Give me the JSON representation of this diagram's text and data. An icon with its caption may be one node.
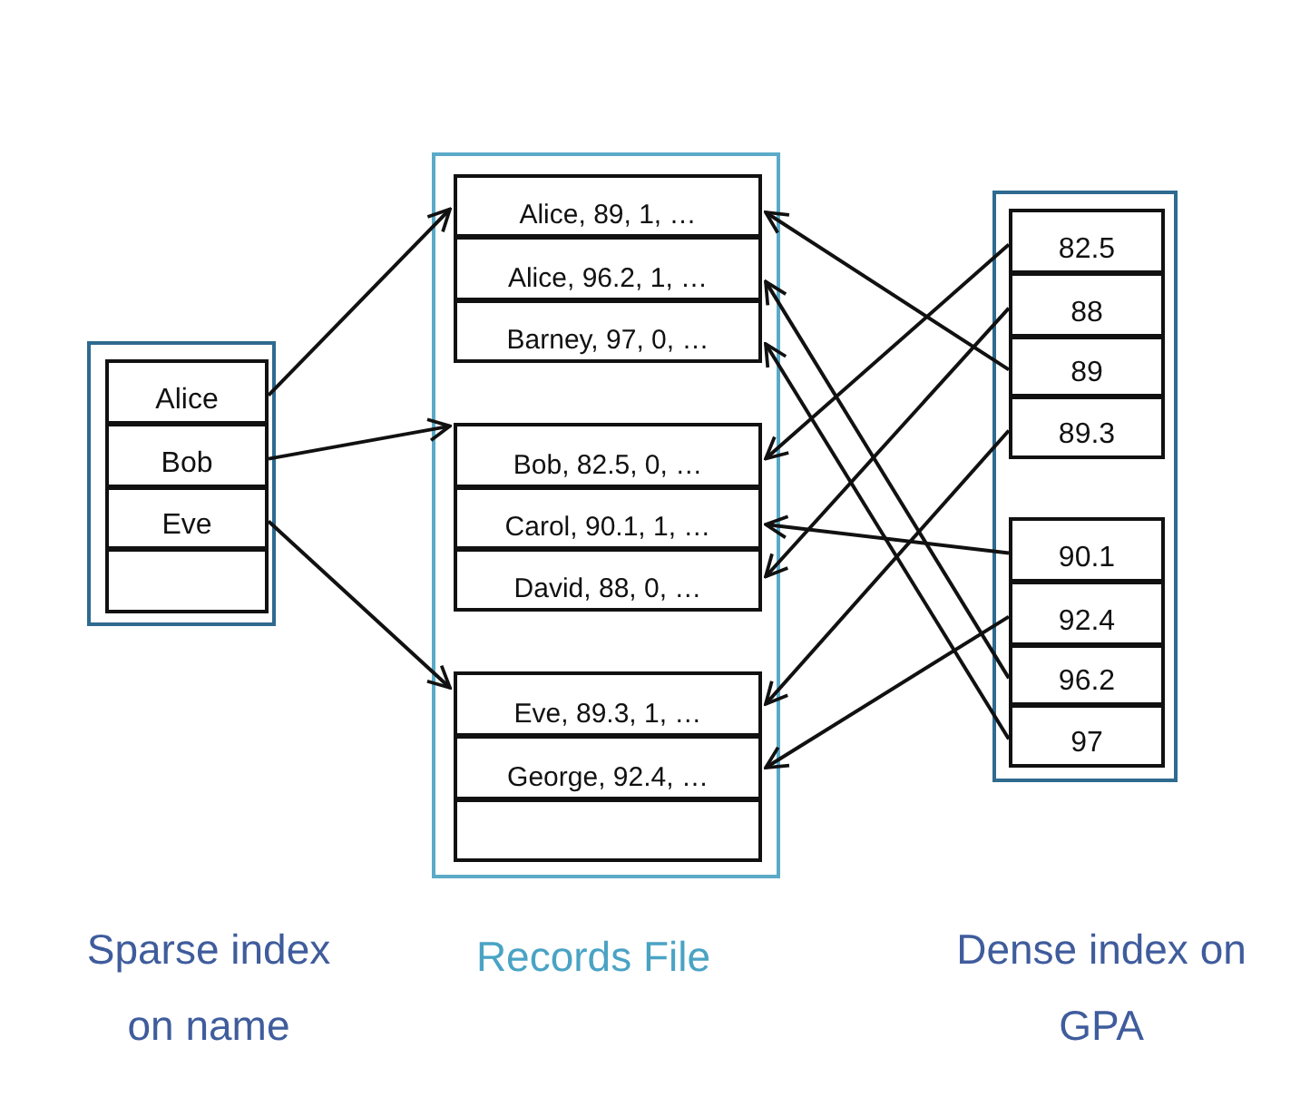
{
  "diagram": {
    "nodes": [
      {
        "text": [],
        "shape": "box"
      },
      {
        "text": [
          "Alice"
        ],
        "in": 0
      },
      {
        "text": [
          "Bob"
        ],
        "in": 0
      },
      {
        "text": [
          "Eve"
        ],
        "in": 0
      },
      {
        "text": [],
        "shape": "box",
        "in": 0
      },
      {
        "text": [],
        "shape": "box"
      },
      {
        "text": [
          "Alice, 89, 1, …"
        ],
        "in": 5
      },
      {
        "text": [
          "Alice, 96.2, 1, …"
        ],
        "in": 5
      },
      {
        "text": [
          "Barney, 97, 0, …"
        ],
        "in": 5
      },
      {
        "text": [
          "Bob, 82.5, 0, …"
        ],
        "in": 5
      },
      {
        "text": [
          "Carol, 90.1, 1, …"
        ],
        "in": 5
      },
      {
        "text": [
          "David, 88, 0, …"
        ],
        "in": 5
      },
      {
        "text": [
          "Eve, 89.3, 1, …"
        ],
        "in": 5
      },
      {
        "text": [
          "George, 92.4, …"
        ],
        "in": 5
      },
      {
        "text": [],
        "shape": "box",
        "in": 5
      },
      {
        "text": [],
        "shape": "box"
      },
      {
        "text": [
          "82.5"
        ],
        "in": 15
      },
      {
        "text": [
          "88"
        ],
        "in": 15
      },
      {
        "text": [
          "89"
        ],
        "in": 15
      },
      {
        "text": [
          "89.3"
        ],
        "in": 15
      },
      {
        "text": [
          "90.1"
        ],
        "in": 15
      },
      {
        "text": [
          "92.4"
        ],
        "in": 15
      },
      {
        "text": [
          "96.2"
        ],
        "in": 15
      },
      {
        "text": [
          "97"
        ],
        "in": 15
      }
    ],
    "edges": [
      {
        "from": 1,
        "to": 6,
        "arrow": "to"
      },
      {
        "from": 2,
        "to": 9,
        "arrow": "to"
      },
      {
        "from": 3,
        "to": 12,
        "arrow": "to"
      },
      {
        "from": 16,
        "to": 9,
        "arrow": "to"
      },
      {
        "from": 17,
        "to": 11,
        "arrow": "to"
      },
      {
        "from": 18,
        "to": 6,
        "arrow": "to"
      },
      {
        "from": 19,
        "to": 12,
        "arrow": "to"
      },
      {
        "from": 20,
        "to": 10,
        "arrow": "to"
      },
      {
        "from": 21,
        "to": 13,
        "arrow": "to"
      },
      {
        "from": 22,
        "to": 7,
        "arrow": "to"
      },
      {
        "from": 23,
        "to": 8,
        "arrow": "to"
      }
    ],
    "labels": [
      "Sparse index on name",
      "Records File",
      "Dense index on GPA"
    ]
  }
}
